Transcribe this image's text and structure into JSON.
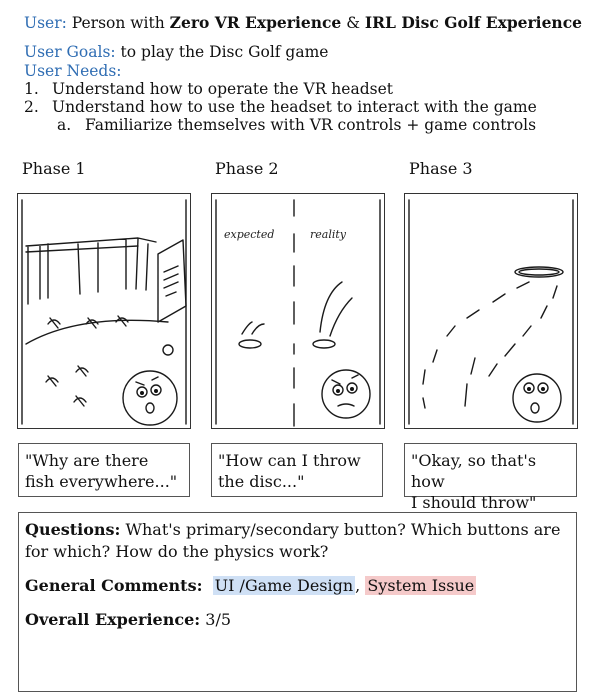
{
  "header": {
    "user_label": "User:",
    "user_prefix": " Person with ",
    "user_bold1": "Zero VR Experience",
    "user_amp": " & ",
    "user_bold2": "IRL Disc Golf Experience",
    "goals_label": "User Goals:",
    "goals_text": " to play the Disc Golf game",
    "needs_label": "User Needs:",
    "needs": [
      {
        "num": "1.",
        "text": "Understand how to operate the VR headset"
      },
      {
        "num": "2.",
        "text": "Understand how to use the headset to interact with the game"
      }
    ],
    "subneed": {
      "num": "a.",
      "text": "Familiarize themselves with VR controls + game controls"
    }
  },
  "phases": [
    {
      "label": "Phase 1",
      "caption": "\"Why are there\nfish everywhere...\""
    },
    {
      "label": "Phase 2",
      "caption": "\"How can I throw\nthe disc...\"",
      "sketch_labels": [
        "expected",
        "reality"
      ]
    },
    {
      "label": "Phase 3",
      "caption": "\"Okay, so that's how\nI should throw\""
    }
  ],
  "summary": {
    "questions_label": "Questions:",
    "questions_text": " What's primary/secondary button? Which buttons are for which? How do the physics work?",
    "comments_label": "General Comments:",
    "tag_ui": "UI /Game Design",
    "comma": ",",
    "tag_system": "System Issue",
    "experience_label": "Overall Experience:",
    "experience_value": " 3/5"
  },
  "colors": {
    "label_blue": "#2f6db3",
    "tag_ui_bg": "#cfe0f5",
    "tag_system_bg": "#f5caca"
  }
}
